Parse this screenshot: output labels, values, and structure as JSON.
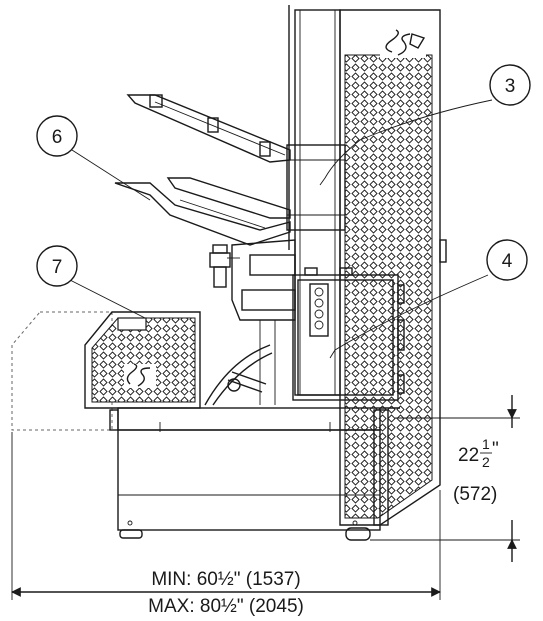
{
  "callouts": [
    {
      "id": "3",
      "label": "3"
    },
    {
      "id": "4",
      "label": "4"
    },
    {
      "id": "6",
      "label": "6"
    },
    {
      "id": "7",
      "label": "7"
    }
  ],
  "height_dimension": {
    "whole": "22",
    "numerator": "1",
    "denominator": "2",
    "unit": "\"",
    "metric": "(572)"
  },
  "width_dimension": {
    "min_prefix": "MIN: 60",
    "min_fraction": "½",
    "min_suffix": "\" (1537)",
    "max_prefix": "MAX: 80",
    "max_fraction": "½",
    "max_suffix": "\" (2045)"
  },
  "colors": {
    "line": "#1a1a1a",
    "dashed_outline": "#666666",
    "background": "#ffffff"
  },
  "icons": [
    "logo-mark-icon"
  ]
}
